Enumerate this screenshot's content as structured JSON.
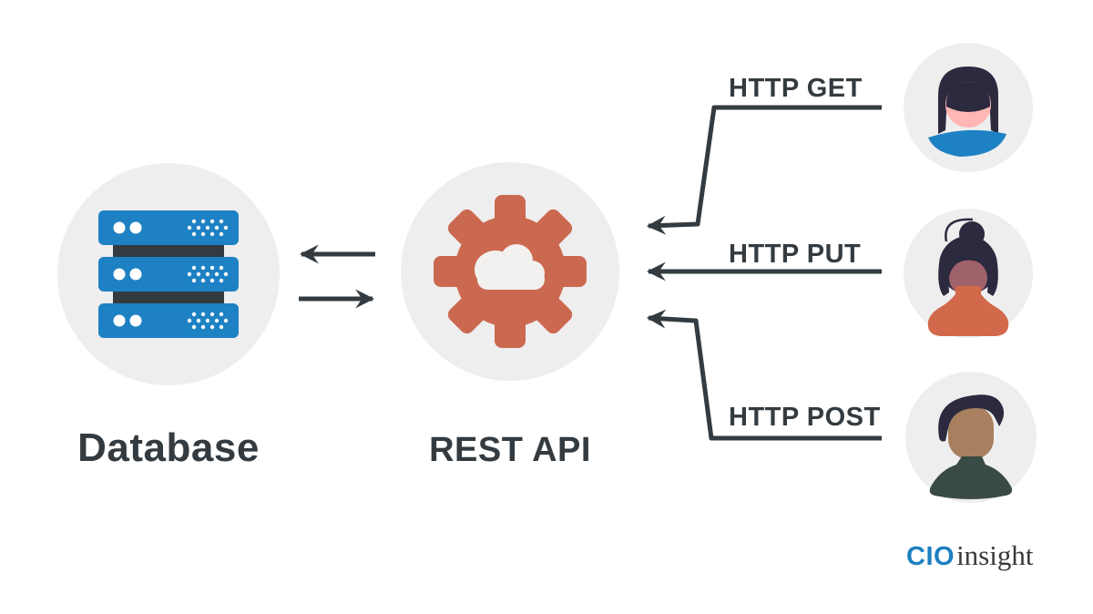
{
  "colors": {
    "bg": "#ffffff",
    "circle": "#efeeee",
    "ink": "#333b40",
    "blue": "#1d81c4",
    "gear": "#cb6950",
    "cloud": "#f2f1f0",
    "hair": "#2b2a3f",
    "face-pink": "#ffb6b4",
    "face-mauve": "#9f616a",
    "face-tan": "#a8805f",
    "shirt-orange": "#d2694b",
    "sweater": "#3a4a45",
    "logo-blue": "#1c7fc0",
    "logo-ink": "#3a3a3a"
  },
  "nodes": {
    "database": {
      "label": "Database",
      "icon": "server-stack"
    },
    "api": {
      "label": "REST API",
      "icon": "gear-cloud"
    },
    "clients": [
      {
        "method": "HTTP GET",
        "avatar": "woman-bob-blue-top"
      },
      {
        "method": "HTTP PUT",
        "avatar": "woman-bun-orange-turtleneck"
      },
      {
        "method": "HTTP POST",
        "avatar": "man-dark-sweater"
      }
    ]
  },
  "edges": [
    {
      "from": "REST API",
      "to": "Database"
    },
    {
      "from": "Database",
      "to": "REST API"
    },
    {
      "from": "HTTP GET client",
      "to": "REST API"
    },
    {
      "from": "HTTP PUT client",
      "to": "REST API"
    },
    {
      "from": "HTTP POST client",
      "to": "REST API"
    }
  ],
  "logo": {
    "brand": "CIO",
    "suffix": "insight"
  }
}
